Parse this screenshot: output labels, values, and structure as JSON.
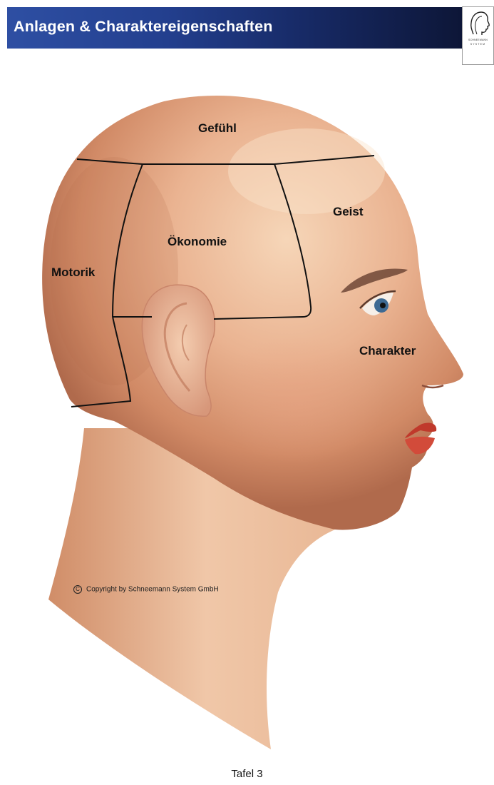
{
  "header": {
    "title": "Anlagen & Charaktereigenschaften",
    "accent_color": "#233f8e"
  },
  "logo": {
    "icon": "head-profile-icon",
    "text_line1": "SCHNEEMANN",
    "text_line2": "SYSTEM"
  },
  "regions": {
    "gefuehl": "Gefühl",
    "geist": "Geist",
    "oekonomie": "Ökonomie",
    "motorik": "Motorik",
    "charakter": "Charakter"
  },
  "footer": {
    "copyright_symbol": "C",
    "copyright": "Copyright by Schneemann System GmbH",
    "plate_label": "Tafel 3"
  }
}
